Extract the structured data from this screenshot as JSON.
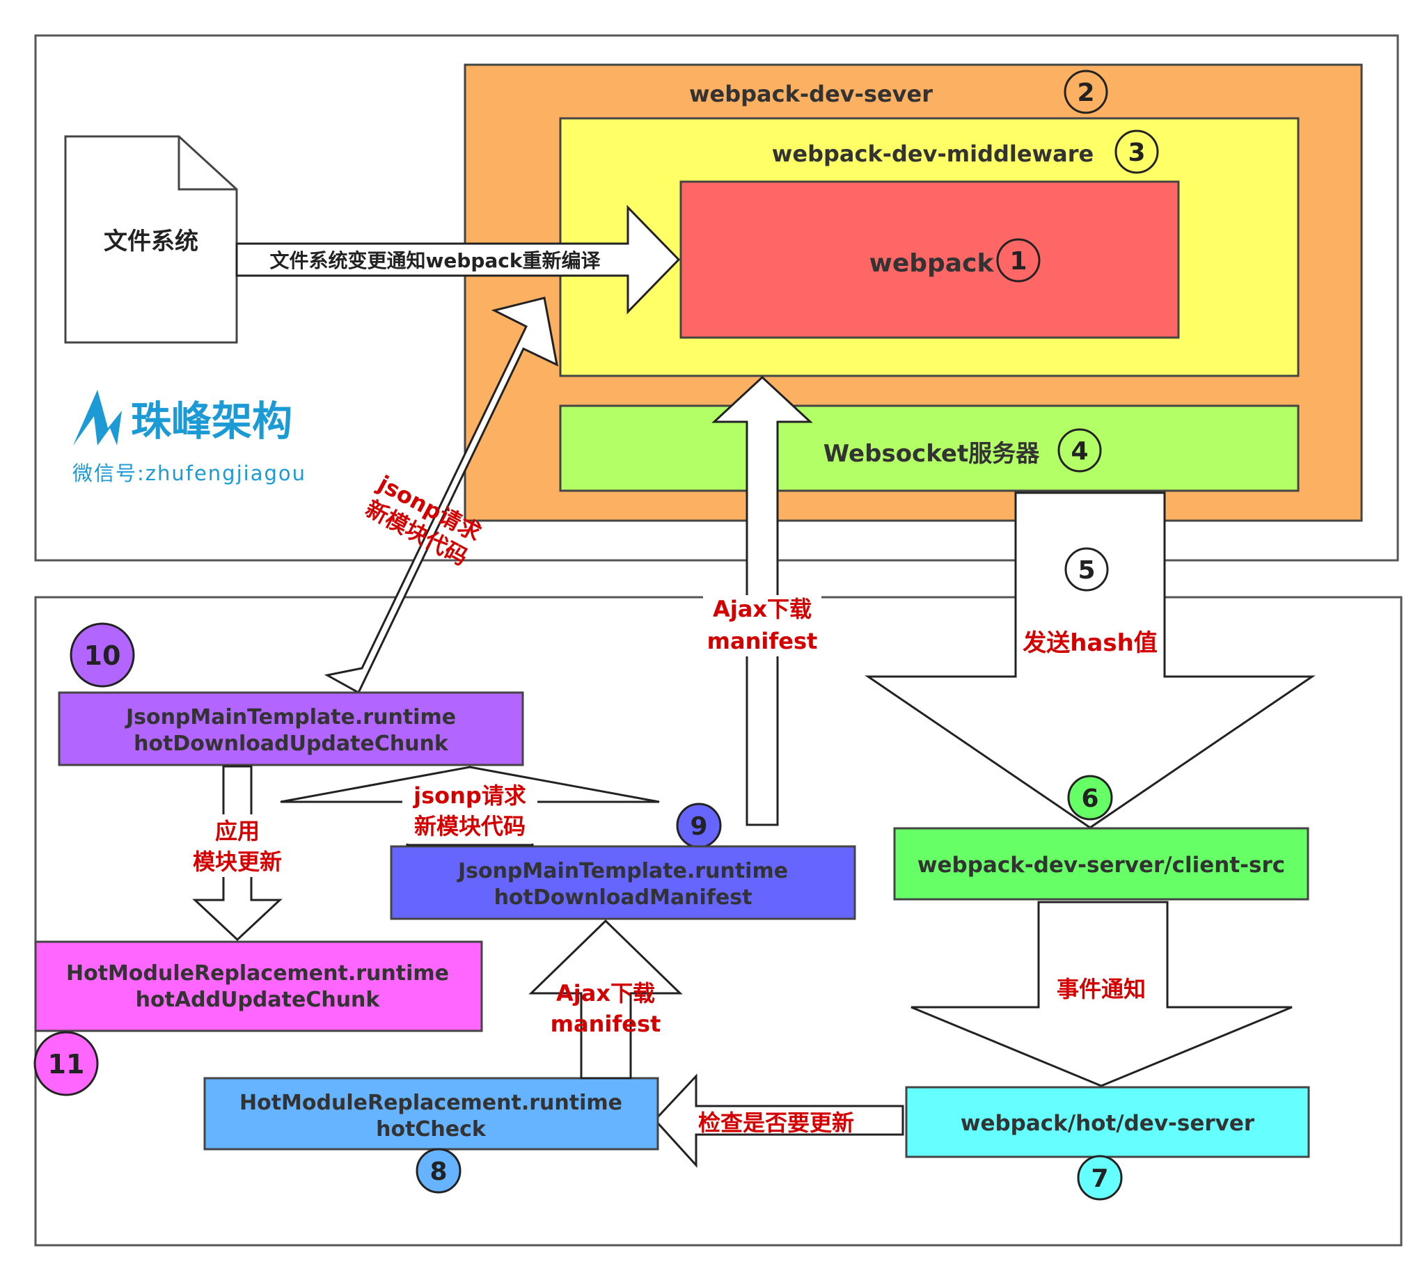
{
  "server": {
    "dev_server": {
      "label": "webpack-dev-sever",
      "num": "2",
      "color": "#fbb062"
    },
    "middleware": {
      "label": "webpack-dev-middleware",
      "num": "3",
      "color": "#ffff66"
    },
    "webpack": {
      "label": "webpack",
      "num": "1",
      "color": "#ff6666"
    },
    "websocket": {
      "label": "Websocket服务器",
      "num": "4",
      "color": "#b3ff66"
    }
  },
  "file_system": {
    "label": "文件系统"
  },
  "arrows": {
    "fs_notify": "文件系统变更通知webpack重新编译",
    "send_hash": "发送hash值",
    "event_notify": "事件通知",
    "check_update": "检查是否要更新",
    "ajax_manifest_big_1": "Ajax下载",
    "ajax_manifest_big_2": "manifest",
    "jsonp_big_1": "jsonp请求",
    "jsonp_big_2": "新模块代码",
    "jsonp_small_1": "jsonp请求",
    "jsonp_small_2": "新模块代码",
    "apply_1": "应用",
    "apply_2": "模块更新",
    "ajax_small_1": "Ajax下载",
    "ajax_small_2": "manifest"
  },
  "step5": {
    "num": "5"
  },
  "client": {
    "client_src": {
      "label": "webpack-dev-server/client-src",
      "num": "6",
      "color": "#66ff66"
    },
    "dev_server_hot": {
      "label": "webpack/hot/dev-server",
      "num": "7",
      "color": "#66ffff"
    },
    "hot_check": {
      "line1": "HotModuleReplacement.runtime",
      "line2": "hotCheck",
      "num": "8",
      "color": "#66b3ff"
    },
    "hot_manifest": {
      "line1": "JsonpMainTemplate.runtime",
      "line2": "hotDownloadManifest",
      "num": "9",
      "color": "#6666ff"
    },
    "hot_chunk": {
      "line1": "JsonpMainTemplate.runtime",
      "line2": "hotDownloadUpdateChunk",
      "num": "10",
      "color": "#b366ff"
    },
    "hot_add": {
      "line1": "HotModuleReplacement.runtime",
      "line2": "hotAddUpdateChunk",
      "num": "11",
      "color": "#ff66ff"
    }
  },
  "logo": {
    "name": "珠峰架构",
    "wechat": "微信号:zhufengjiagou",
    "color": "#1b9ad6"
  }
}
